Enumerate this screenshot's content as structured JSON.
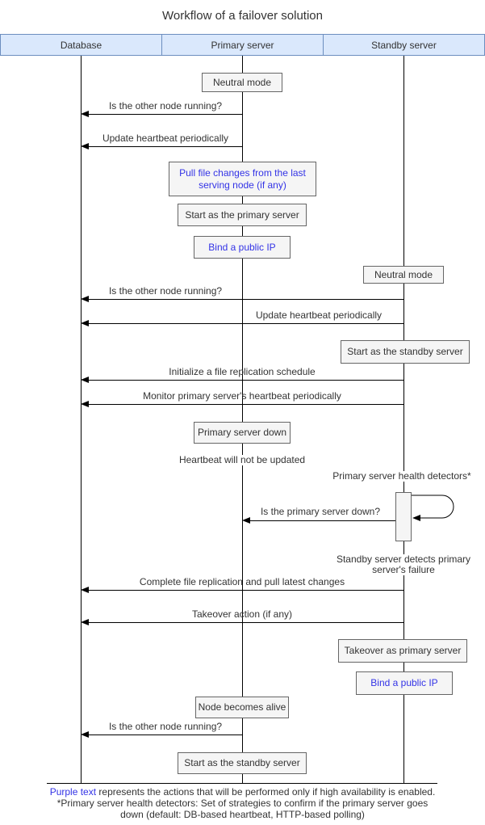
{
  "title": "Workflow of a failover solution",
  "participants": [
    {
      "label": "Database"
    },
    {
      "label": "Primary server"
    },
    {
      "label": "Standby server"
    }
  ],
  "boxes": [
    {
      "text": "Neutral mode",
      "lifeline": "Primary server",
      "highlight": false
    },
    {
      "text": "Pull file changes from the last serving node (if any)",
      "lifeline": "Primary server",
      "highlight": true
    },
    {
      "text": "Start as the primary server",
      "lifeline": "Primary server",
      "highlight": false
    },
    {
      "text": "Bind a public IP",
      "lifeline": "Primary server",
      "highlight": true
    },
    {
      "text": "Neutral mode",
      "lifeline": "Standby server",
      "highlight": false
    },
    {
      "text": "Start as the standby server",
      "lifeline": "Standby server",
      "highlight": false
    },
    {
      "text": "Primary server down",
      "lifeline": "Primary server",
      "highlight": false
    },
    {
      "text": "Takeover as primary server",
      "lifeline": "Standby server",
      "highlight": false
    },
    {
      "text": "Bind a public IP",
      "lifeline": "Standby server",
      "highlight": true
    },
    {
      "text": "Node becomes alive",
      "lifeline": "Primary server",
      "highlight": false
    },
    {
      "text": "Start as the standby server",
      "lifeline": "Primary server",
      "highlight": false
    }
  ],
  "messages": [
    {
      "label": "Is the other node running?",
      "from": "Primary server",
      "to": "Database",
      "highlight": false
    },
    {
      "label": "Update heartbeat periodically",
      "from": "Primary server",
      "to": "Database",
      "highlight": false
    },
    {
      "label": "Is the other node running?",
      "from": "Standby server",
      "to": "Database",
      "highlight": false
    },
    {
      "label": "Update heartbeat periodically",
      "from": "Standby server",
      "to": "Database",
      "highlight": false
    },
    {
      "label": "Initialize a file replication schedule",
      "from": "Standby server",
      "to": "Database",
      "highlight": true
    },
    {
      "label": "Monitor primary server's heartbeat periodically",
      "from": "Standby server",
      "to": "Database",
      "highlight": false
    },
    {
      "label": "Is the primary server down?",
      "from": "Standby server",
      "to": "Primary server",
      "highlight": false
    },
    {
      "label": "Complete file replication and pull latest changes",
      "from": "Standby server",
      "to": "Database",
      "highlight": true
    },
    {
      "label": "Takeover action (if any)",
      "from": "Standby server",
      "to": "Database",
      "highlight": false
    },
    {
      "label": "Is the other node running?",
      "from": "Primary server",
      "to": "Database",
      "highlight": false
    }
  ],
  "notes": [
    {
      "text": "Heartbeat will not be updated"
    },
    {
      "text": "Primary server health detectors*"
    },
    {
      "text": "Standby server detects primary server's failure"
    }
  ],
  "footnote": {
    "line1_highlight": "Purple text",
    "line1_rest": " represents the actions that will be performed only if high availability is enabled.",
    "line2": "*Primary server health detectors: Set of strategies to confirm if the primary server goes",
    "line3": "down (default: DB-based heartbeat, HTTP-based polling)"
  },
  "colors": {
    "participant_fill": "#dae8fc",
    "participant_border": "#6c8ebf",
    "box_fill": "#f5f5f5",
    "box_border": "#666666",
    "highlight_text": "#3333e6",
    "text": "#333333",
    "line": "#000000"
  }
}
